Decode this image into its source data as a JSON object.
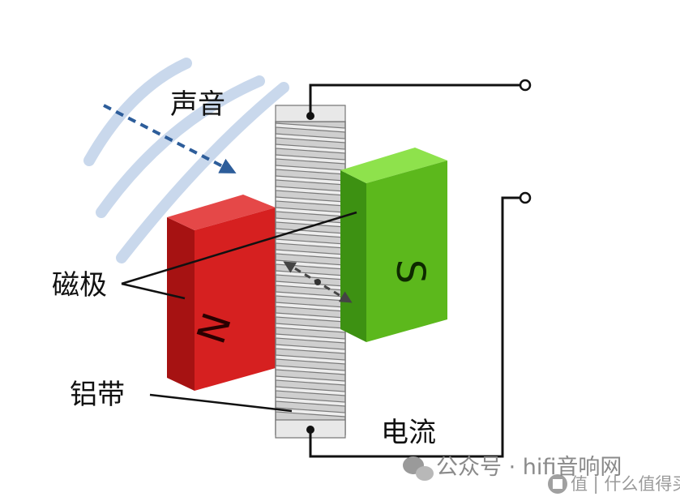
{
  "labels": {
    "sound": "声音",
    "magnetic_poles": "磁极",
    "aluminum_ribbon": "铝带",
    "current": "电流",
    "pole_n": "N",
    "pole_s": "S"
  },
  "watermarks": {
    "wechat": "公众号 · hifi音响网",
    "brand": "值 | 什么值得买"
  },
  "colors": {
    "magnet_n": "#d62020",
    "magnet_s": "#66cc22",
    "ribbon": "#d8d8d8",
    "wire": "#111111",
    "sound_wave": "#c9d8ec",
    "vibration_arrow": "#2d5d9a"
  }
}
